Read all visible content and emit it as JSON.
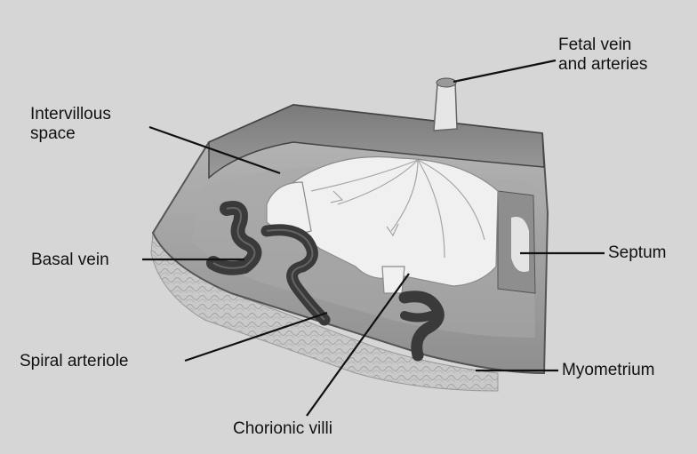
{
  "labels": {
    "fetal_vein": [
      "Fetal vein",
      "and arteries"
    ],
    "intervillous_space": [
      "Intervillous",
      "space"
    ],
    "basal_vein": "Basal vein",
    "septum": "Septum",
    "spiral_arteriole": "Spiral arteriole",
    "myometrium": "Myometrium",
    "chorionic_villi": "Chorionic villi"
  }
}
